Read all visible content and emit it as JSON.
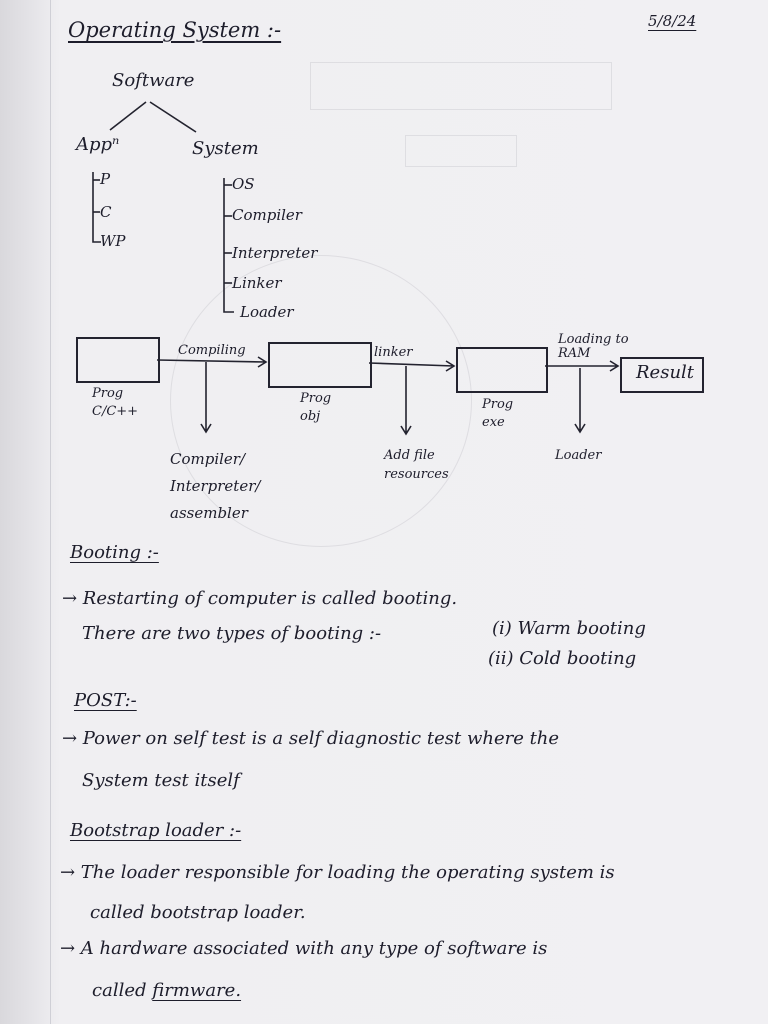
{
  "header": {
    "title": "Operating System :-",
    "date": "5/8/24"
  },
  "tree": {
    "root": "Software",
    "app": {
      "label": "Appⁿ",
      "items": [
        "P",
        "C",
        "WP"
      ]
    },
    "system": {
      "label": "System",
      "items": [
        "OS",
        "Compiler",
        "Interpreter",
        "Linker",
        "Loader"
      ]
    }
  },
  "flow": {
    "step1_label": "Compiling",
    "step2_label": "linker",
    "step3_label": "Loading to RAM",
    "box1_caption": "Prog C/C++",
    "box2_caption": "Prog obj",
    "box3_caption": "Prog exe",
    "result": "Result",
    "below1": "Compiler/ Interpreter/ assembler",
    "below2": "Add file resources",
    "below3": "Loader"
  },
  "booting": {
    "heading": "Booting :-",
    "line1": "→ Restarting of computer is called booting.",
    "line2": "There are two types of booting :-",
    "type1": "(i) Warm booting",
    "type2": "(ii) Cold booting"
  },
  "post": {
    "heading": "POST:-",
    "line1": "→ Power on self test is a self diagnostic test where the",
    "line2": "System test itself"
  },
  "bootstrap": {
    "heading": "Bootstrap loader :-",
    "line1": "→ The loader responsible for loading the operating system is",
    "line2": "called bootstrap loader.",
    "line3": "→ A hardware associated with any type of software is",
    "line4_prefix": "called",
    "line4_term": "firmware."
  }
}
